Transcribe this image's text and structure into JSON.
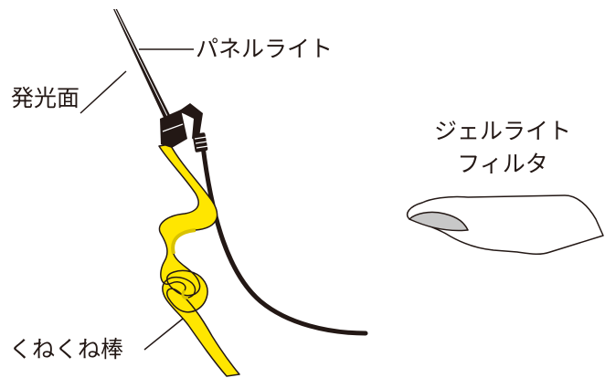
{
  "labels": {
    "panel_light": "パネルライト",
    "emitting_surface": "発光面",
    "flex_stick": "くねくね棒",
    "gel_filter_line1": "ジェルライト",
    "gel_filter_line2": "フィルタ"
  },
  "colors": {
    "ink": "#231815",
    "stick_yellow": "#ffe600",
    "stick_yellow_dark": "#d9c200",
    "filter_fill": "#ffffff",
    "filter_back": "#c8c8c8"
  }
}
